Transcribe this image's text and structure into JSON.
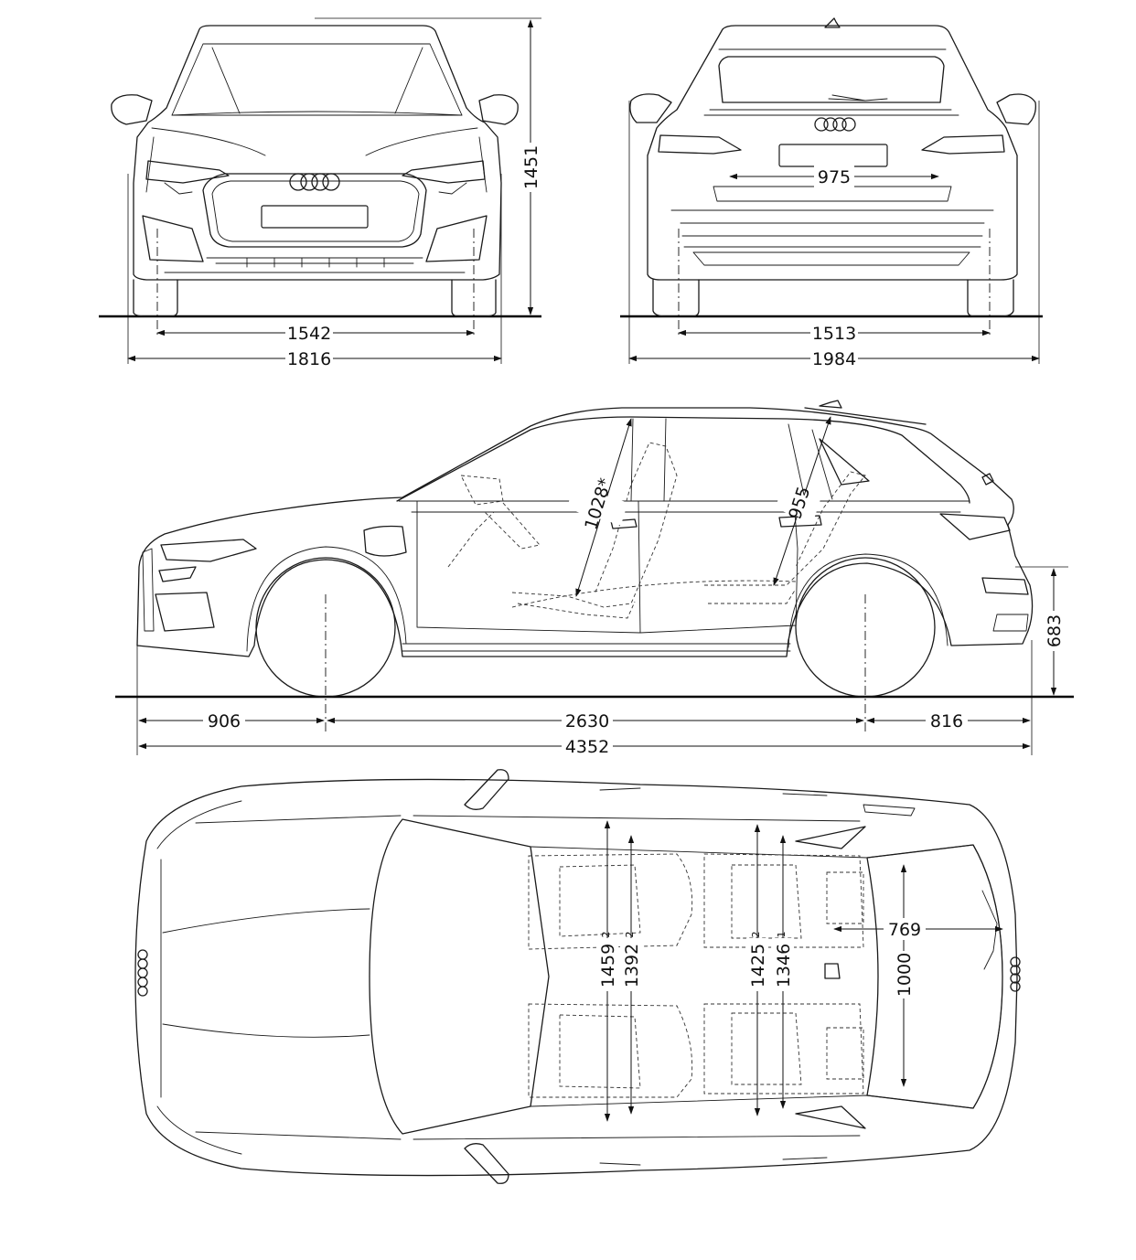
{
  "dimensions": {
    "front_track": "1542",
    "body_width": "1816",
    "height": "1451",
    "trunk_opening_width": "975",
    "rear_track": "1513",
    "width_with_mirrors": "1984",
    "front_headroom": "1028*",
    "rear_headroom": "955",
    "front_overhang": "906",
    "wheelbase": "2630",
    "rear_overhang": "816",
    "length": "4352",
    "loading_sill_height": "683",
    "front_shoulder_width": "1459",
    "front_elbow_width": "1392",
    "rear_shoulder_width": "1425",
    "rear_elbow_width": "1346",
    "trunk_width": "1000",
    "trunk_length": "769"
  },
  "superscripts": {
    "front_shoulder": "2",
    "front_elbow": "2",
    "rear_shoulder": "2",
    "rear_elbow": "1"
  }
}
